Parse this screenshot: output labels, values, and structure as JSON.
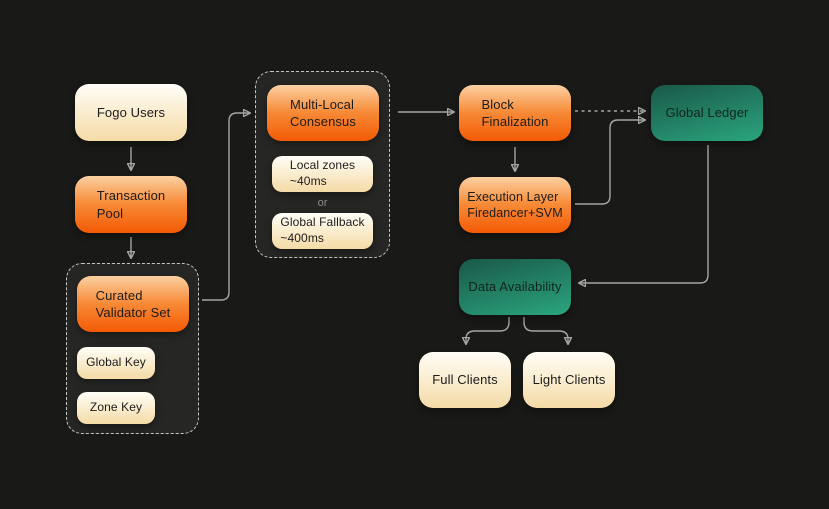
{
  "canvas": {
    "background": "#191917"
  },
  "palette": {
    "cream_top": "#fffef7",
    "cream_bottom": "#f5dba6",
    "orange_top": "#fbd0a2",
    "orange_bottom": "#f45a05",
    "green_top": "#1a5848",
    "green_bottom": "#2aa57e",
    "group_fill": "#262624",
    "group_border": "#c6c6c4",
    "connector": "#a6a6a6",
    "text_dark": "#1c1c1c",
    "or_text": "#8d8d8d"
  },
  "nodes": {
    "fogo_users": "Fogo Users",
    "transaction_pool": "Transaction\nPool",
    "curated_validator_set": "Curated\nValidator Set",
    "global_key": "Global Key",
    "zone_key": "Zone Key",
    "multi_local_consensus": "Multi-Local\nConsensus",
    "local_zones": "Local zones\n~40ms",
    "or": "or",
    "global_fallback": "Global Fallback\n~400ms",
    "block_finalization": "Block\nFinalization",
    "execution_layer": "Execution Layer\nFiredancer+SVM",
    "global_ledger": "Global Ledger",
    "data_availability": "Data Availability",
    "full_clients": "Full Clients",
    "light_clients": "Light Clients"
  },
  "edges": [
    {
      "from": "fogo_users",
      "to": "transaction_pool",
      "style": "solid"
    },
    {
      "from": "transaction_pool",
      "to": "curated_validator_group",
      "style": "solid"
    },
    {
      "from": "curated_validator_set",
      "to": "multi_local_consensus",
      "style": "solid"
    },
    {
      "from": "multi_local_consensus",
      "to": "block_finalization",
      "style": "solid"
    },
    {
      "from": "block_finalization",
      "to": "execution_layer",
      "style": "solid"
    },
    {
      "from": "block_finalization",
      "to": "global_ledger",
      "style": "dashed"
    },
    {
      "from": "execution_layer",
      "to": "global_ledger",
      "style": "solid"
    },
    {
      "from": "global_ledger",
      "to": "data_availability",
      "style": "solid"
    },
    {
      "from": "data_availability",
      "to": "full_clients",
      "style": "solid"
    },
    {
      "from": "data_availability",
      "to": "light_clients",
      "style": "solid"
    }
  ]
}
